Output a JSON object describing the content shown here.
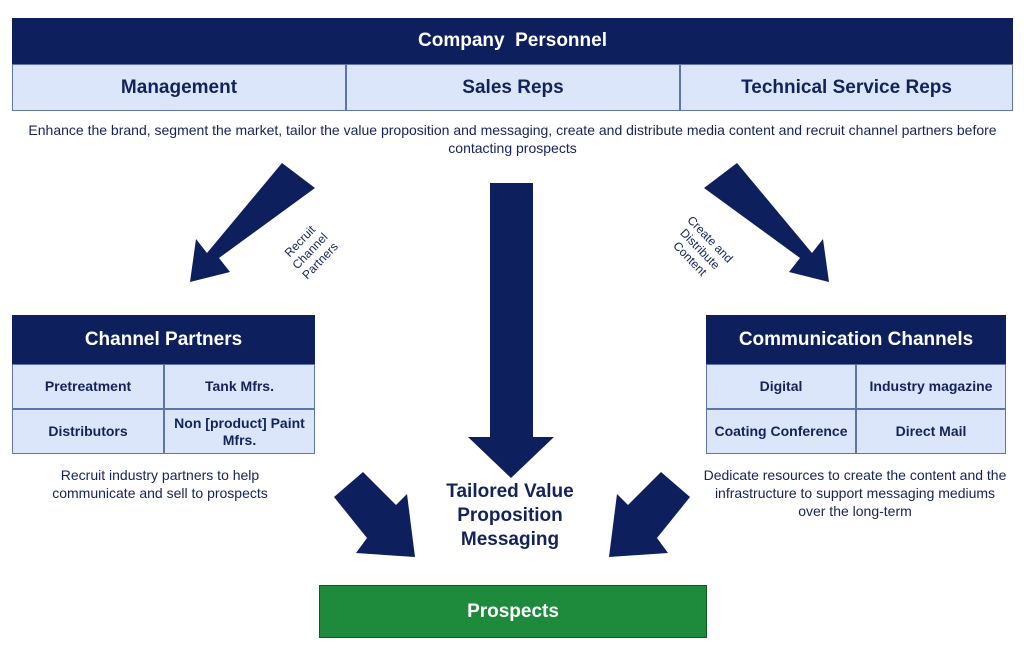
{
  "header": {
    "title": "Company  Personnel",
    "roles": [
      "Management",
      "Sales Reps",
      "Technical Service Reps"
    ]
  },
  "top_description": "Enhance the brand, segment the market, tailor the value proposition and messaging, create and distribute media content and recruit channel partners before contacting prospects",
  "arrow_labels": {
    "recruit": "Recruit Channel Partners",
    "create": "Create and Distribute Content"
  },
  "channel_partners": {
    "title": "Channel Partners",
    "cells": [
      "Pretreatment",
      "Tank Mfrs.",
      "Distributors",
      "Non [product] Paint Mfrs."
    ],
    "description": "Recruit industry partners to help communicate and sell to prospects"
  },
  "communication_channels": {
    "title": "Communication Channels",
    "cells": [
      "Digital",
      "Industry magazine",
      "Coating Conference",
      "Direct Mail"
    ],
    "description": "Dedicate resources to create the content and the infrastructure to support messaging mediums over the long-term"
  },
  "center_label": "Tailored Value Proposition Messaging",
  "prospects": "Prospects",
  "colors": {
    "navy": "#0d1f5c",
    "light_blue": "#dbe6fb",
    "green": "#1e8a3c"
  }
}
